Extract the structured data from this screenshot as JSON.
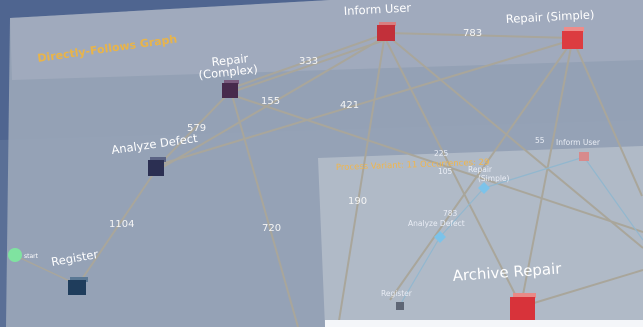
{
  "graph_title": "Directly-Follows Graph",
  "main_nodes": {
    "inform_user": "Inform User",
    "repair_simple": "Repair (Simple)",
    "repair_complex_line1": "Repair",
    "repair_complex_line2": "(Complex)",
    "analyze_defect": "Analyze Defect",
    "register": "Register",
    "archive_repair": "Archive Repair",
    "start_marker": "start"
  },
  "edge_labels": {
    "register_analyze": "1104",
    "analyze_repair_complex": "579",
    "repair_complex_inform_a": "333",
    "repair_complex_inform_b": "155",
    "analyze_repair_simple": "421",
    "inform_repair_simple": "783",
    "repair_complex_down": "720",
    "inform_down": "190"
  },
  "sub_panel": {
    "header": "Process Variant: 11  Occurrences: 29",
    "inform_user": "Inform User",
    "repair_line1": "Repair",
    "repair_line2": "(Simple)",
    "analyze_defect": "Analyze Defect",
    "register": "Register",
    "labels": [
      "105",
      "225",
      "783",
      "55"
    ]
  },
  "colors": {
    "background": "#5a6f96",
    "panel": "#9aa5b5",
    "edge": "#a7a59a",
    "node_dark_blue": "#223a59",
    "node_purple": "#4a2b4e",
    "node_red": "#d83a3e",
    "title_gold": "#e8b44a",
    "start_green": "#7fe3a0"
  }
}
